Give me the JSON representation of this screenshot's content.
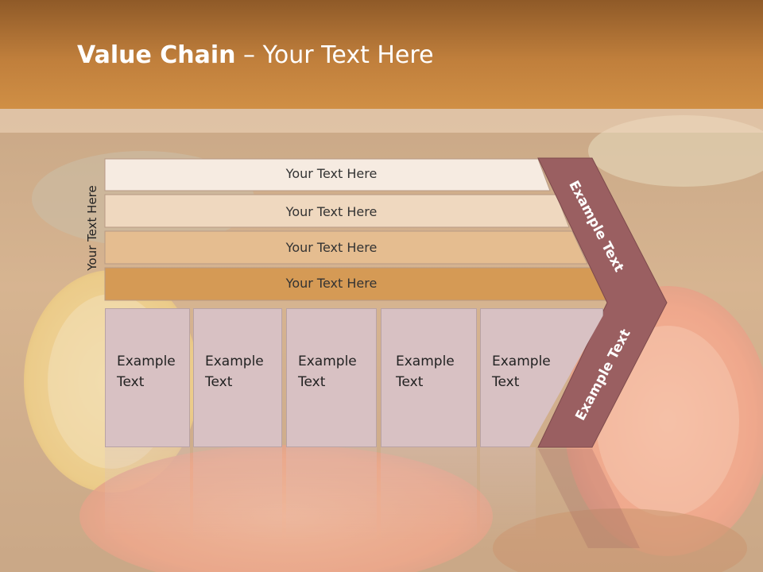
{
  "header": {
    "title_bold": "Value Chain",
    "title_rest": " – Your Text Here"
  },
  "side_label": "Your Text Here",
  "rows": [
    {
      "label": "Your Text Here",
      "color": "#f6ebe1"
    },
    {
      "label": "Your Text Here",
      "color": "#efd8bf"
    },
    {
      "label": "Your Text Here",
      "color": "#e5bd90"
    },
    {
      "label": "Your Text Here",
      "color": "#d59a55"
    }
  ],
  "boxes": [
    {
      "line1": "Example",
      "line2": "Text"
    },
    {
      "line1": "Example",
      "line2": "Text"
    },
    {
      "line1": "Example",
      "line2": "Text"
    },
    {
      "line1": "Example",
      "line2": "Text"
    },
    {
      "line1": "Example",
      "line2": "Text"
    }
  ],
  "chevron": {
    "upper_label": "Example Text",
    "lower_label": "Example Text",
    "color": "#9a5f61"
  }
}
